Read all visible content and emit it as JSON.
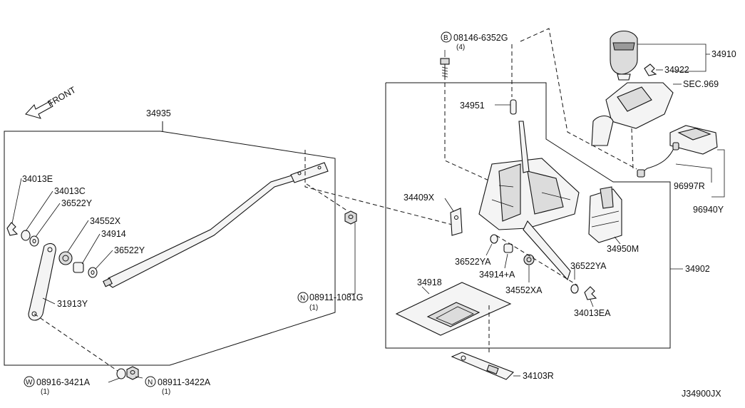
{
  "front_label": "FRONT",
  "diagram_id": "J34900JX",
  "parts": {
    "p34935": "34935",
    "p34013E": "34013E",
    "p34013C": "34013C",
    "p36522Y_top": "36522Y",
    "p34552X": "34552X",
    "p34914": "34914",
    "p36522Y_mid": "36522Y",
    "p31913Y": "31913Y",
    "p08916": "08916-3421A",
    "p08916_qty": "(1)",
    "p08911_3422A": "08911-3422A",
    "p08911_3422A_qty": "(1)",
    "p08911_1081G": "08911-1081G",
    "p08911_1081G_qty": "(1)",
    "p08146": "08146-6352G",
    "p08146_qty": "(4)",
    "p34951": "34951",
    "p34409X": "34409X",
    "p36522YA_left": "36522YA",
    "p34914A": "34914+A",
    "p34552XA": "34552XA",
    "p36522YA_right": "36522YA",
    "p34013EA": "34013EA",
    "p34918": "34918",
    "p34103R": "34103R",
    "p34950M": "34950M",
    "p34902": "34902",
    "p34910": "34910",
    "p34922": "34922",
    "pSEC969": "SEC.969",
    "p96997R": "96997R",
    "p96940Y": "96940Y"
  },
  "circle_markers": {
    "b": "B",
    "w": "W",
    "n1": "N",
    "n2": "N"
  }
}
